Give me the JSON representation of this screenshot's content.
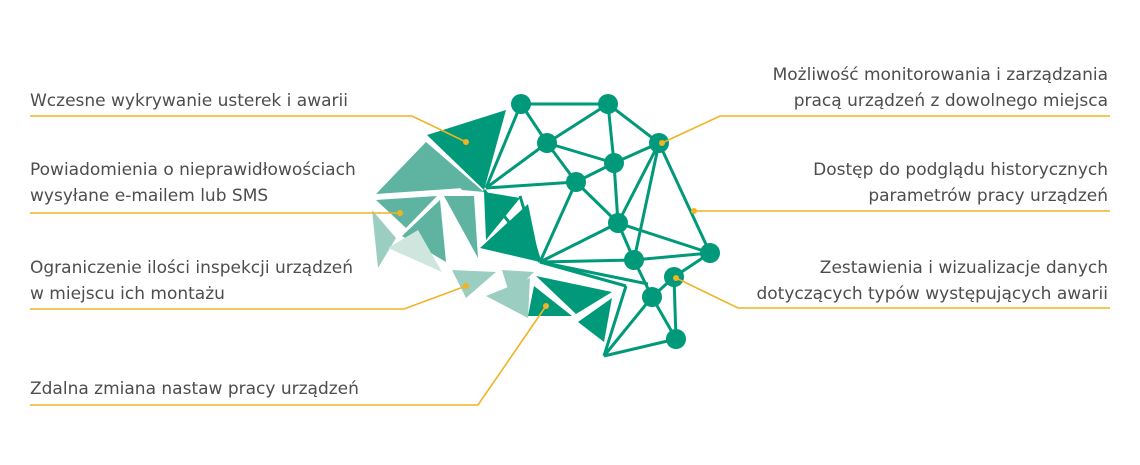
{
  "colors": {
    "primary": "#00997a",
    "medium": "#5fb3a1",
    "light": "#9ccdc1",
    "pale": "#cfe6df",
    "connector": "#f0b323",
    "text": "#4d4d4d"
  },
  "features_left": [
    {
      "lines": [
        "Wczesne wykrywanie usterek i awarii"
      ]
    },
    {
      "lines": [
        "Powiadomienia o nieprawidłowościach",
        "wysyłane e-mailem lub SMS"
      ]
    },
    {
      "lines": [
        "Ograniczenie ilości inspekcji urządzeń",
        "w miejscu ich montażu"
      ]
    },
    {
      "lines": [
        "Zdalna zmiana nastaw pracy urządzeń"
      ]
    }
  ],
  "features_right": [
    {
      "lines": [
        "Możliwość monitorowania i zarządzania",
        "pracą urządzeń z dowolnego miejsca"
      ]
    },
    {
      "lines": [
        "Dostęp do podglądu historycznych",
        "parametrów pracy urządzeń"
      ]
    },
    {
      "lines": [
        "Zestawienia i wizualizacje danych",
        "dotyczących typów występujących awarii"
      ]
    }
  ]
}
